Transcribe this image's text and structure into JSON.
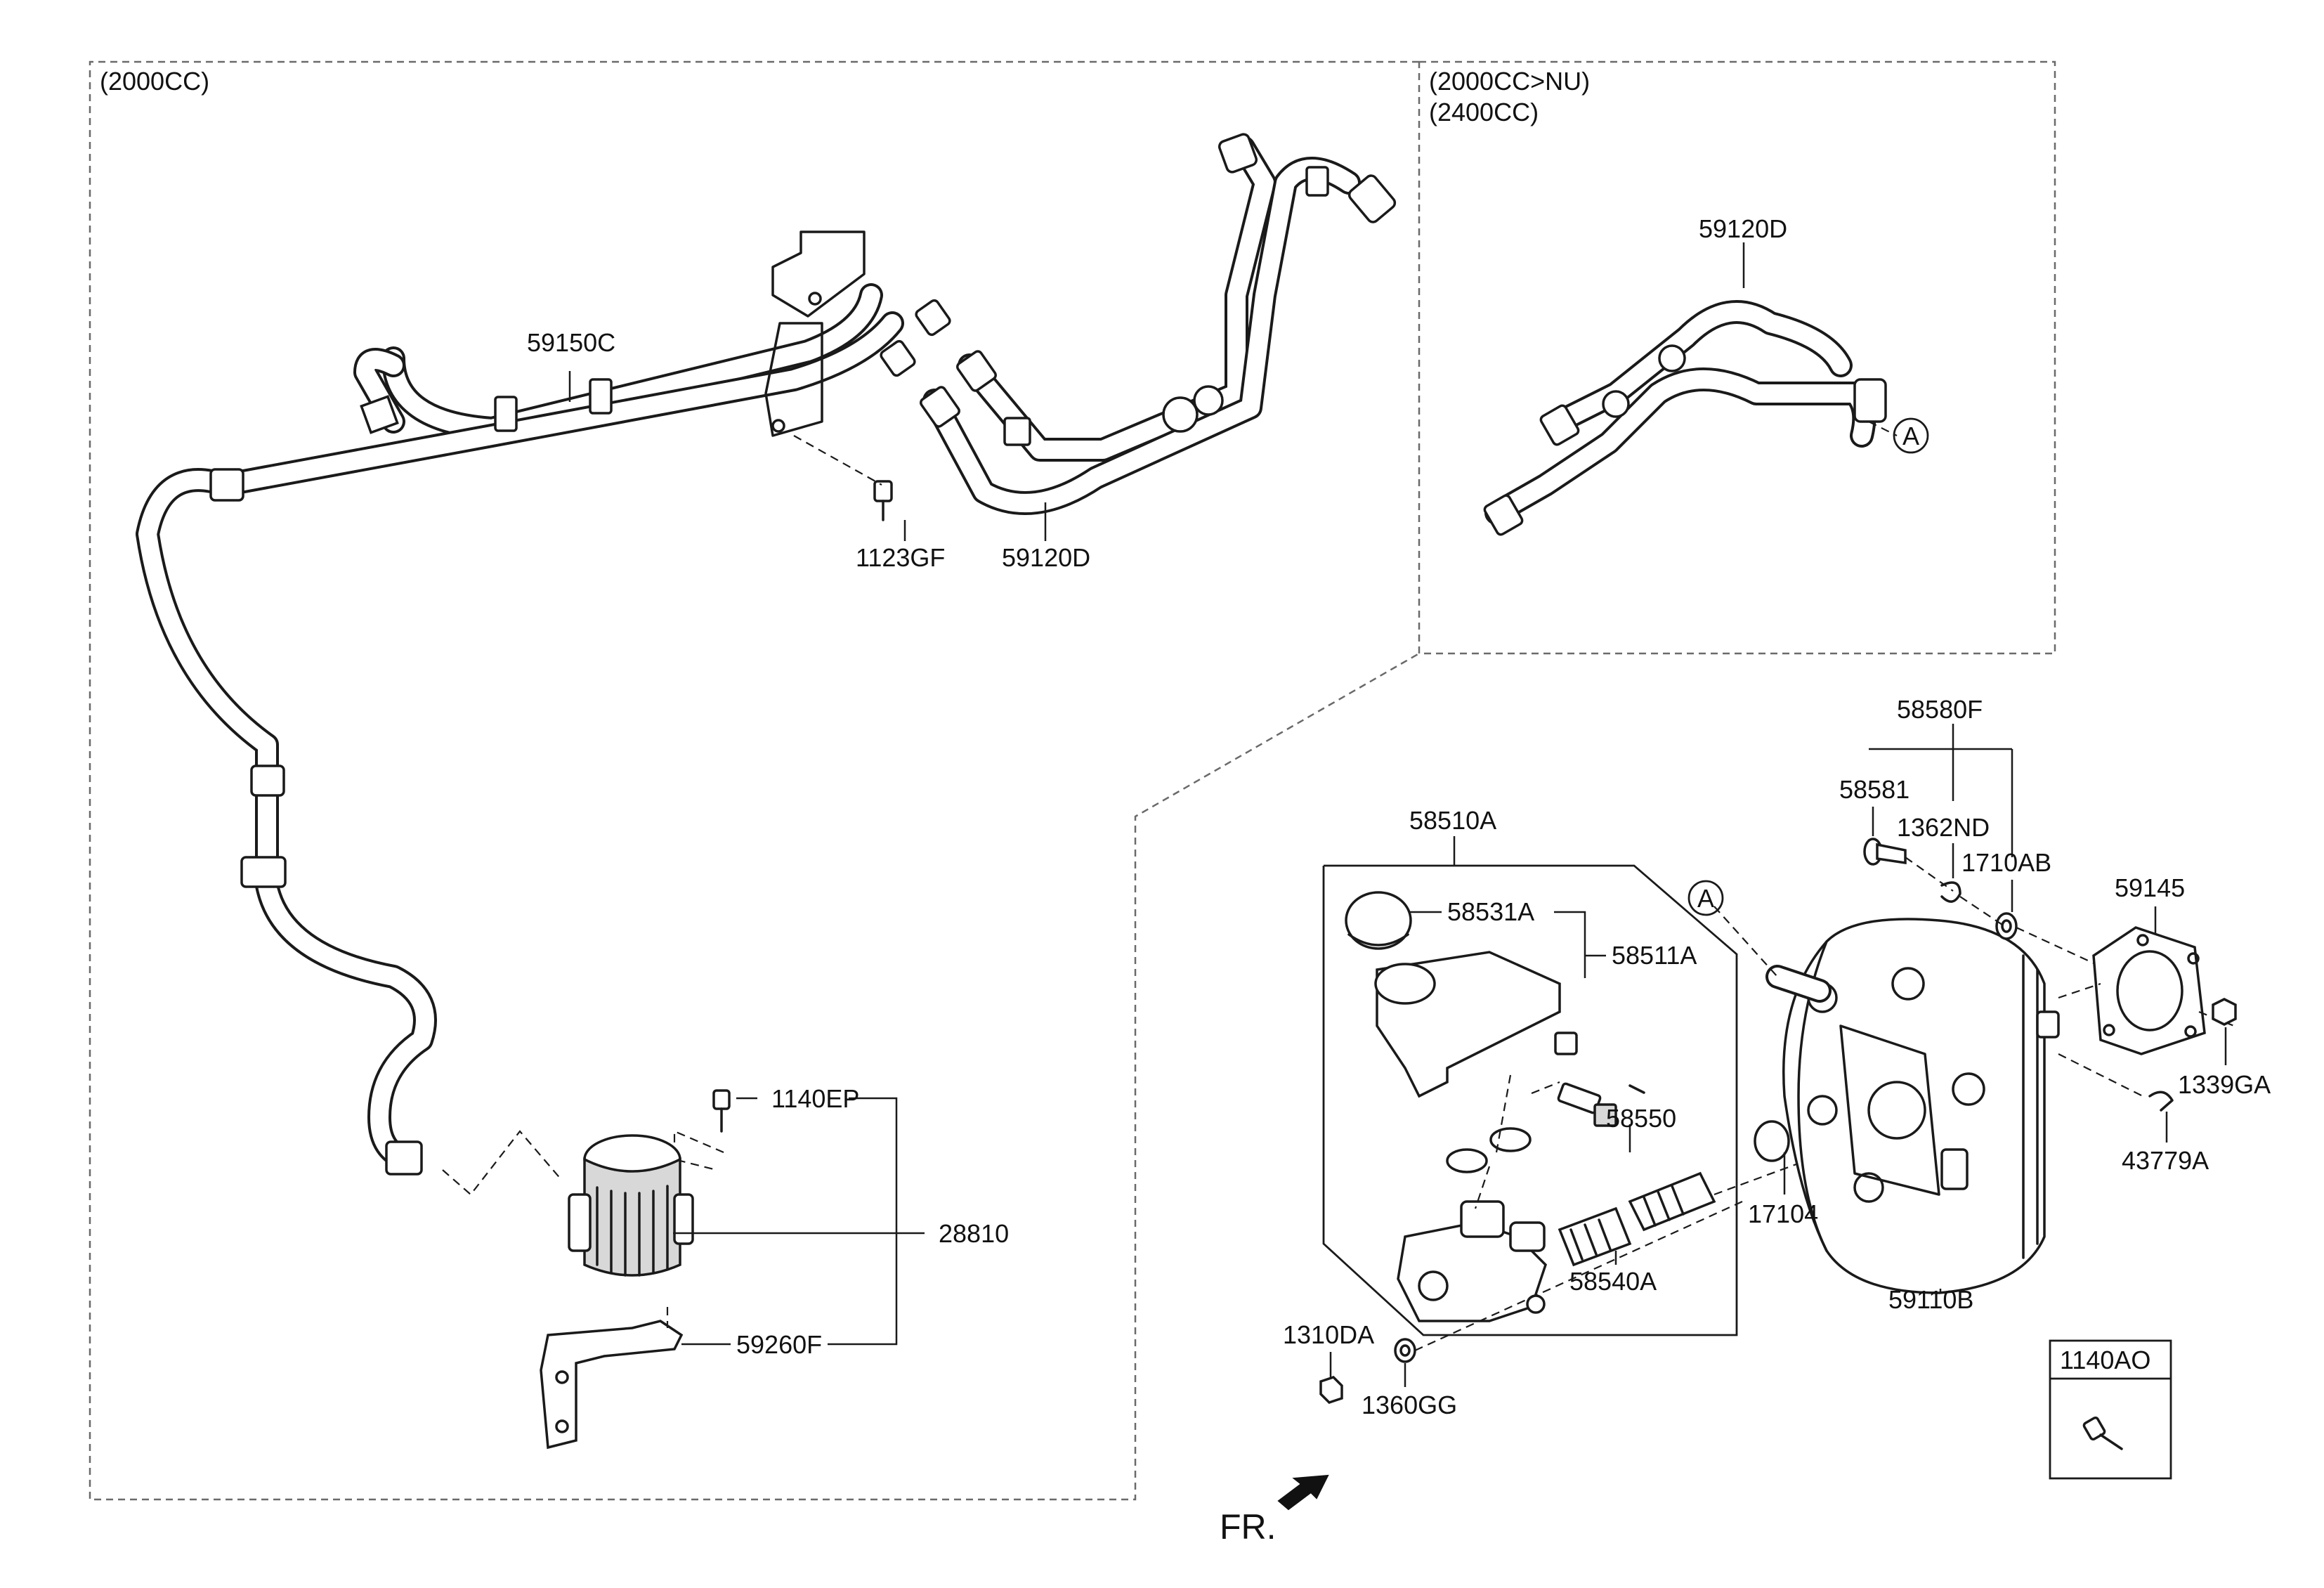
{
  "sections": {
    "left": "(2000CC)",
    "right_line1": "(2000CC>NU)",
    "right_line2": "(2400CC)"
  },
  "labels": {
    "p59150C": "59150C",
    "p1123GF": "1123GF",
    "p59120D_left": "59120D",
    "p59120D_right": "59120D",
    "p1140EP": "1140EP",
    "p28810": "28810",
    "p59260F": "59260F",
    "p58510A": "58510A",
    "p58531A": "58531A",
    "p58511A": "58511A",
    "p58550": "58550",
    "p58540A": "58540A",
    "p1310DA": "1310DA",
    "p1360GG": "1360GG",
    "p58580F": "58580F",
    "p58581": "58581",
    "p1362ND": "1362ND",
    "p1710AB": "1710AB",
    "p59145": "59145",
    "p1339GA": "1339GA",
    "p43779A": "43779A",
    "p17104": "17104",
    "p59110B": "59110B",
    "p1140AO": "1140AO"
  },
  "refs": {
    "circle_a_top": "A",
    "circle_a_booster": "A"
  },
  "direction": {
    "text": "FR.",
    "icon": "arrow-icon"
  }
}
